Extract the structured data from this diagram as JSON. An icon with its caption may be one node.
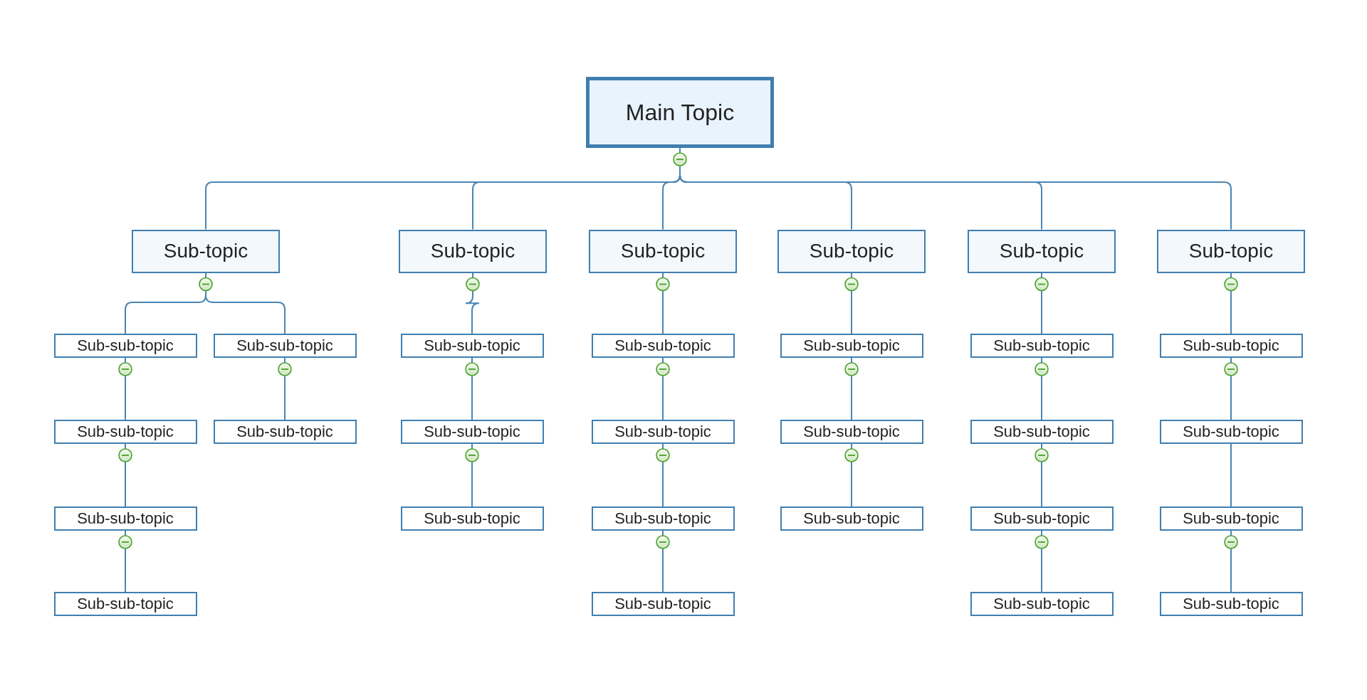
{
  "diagram": {
    "nodes": [
      {
        "text": [
          "Main Topic"
        ]
      },
      {
        "text": [
          "Sub-topic"
        ]
      },
      {
        "text": [
          "Sub-topic"
        ]
      },
      {
        "text": [
          "Sub-topic"
        ]
      },
      {
        "text": [
          "Sub-topic"
        ]
      },
      {
        "text": [
          "Sub-topic"
        ]
      },
      {
        "text": [
          "Sub-topic"
        ]
      },
      {
        "text": [
          "Sub-sub-topic"
        ]
      },
      {
        "text": [
          "Sub-sub-topic"
        ]
      },
      {
        "text": [
          "Sub-sub-topic"
        ]
      },
      {
        "text": [
          "Sub-sub-topic"
        ]
      },
      {
        "text": [
          "Sub-sub-topic"
        ]
      },
      {
        "text": [
          "Sub-sub-topic"
        ]
      },
      {
        "text": [
          "Sub-sub-topic"
        ]
      },
      {
        "text": [
          "Sub-sub-topic"
        ]
      },
      {
        "text": [
          "Sub-sub-topic"
        ]
      },
      {
        "text": [
          "Sub-sub-topic"
        ]
      },
      {
        "text": [
          "Sub-sub-topic"
        ]
      },
      {
        "text": [
          "Sub-sub-topic"
        ]
      },
      {
        "text": [
          "Sub-sub-topic"
        ]
      },
      {
        "text": [
          "Sub-sub-topic"
        ]
      },
      {
        "text": [
          "Sub-sub-topic"
        ]
      },
      {
        "text": [
          "Sub-sub-topic"
        ]
      },
      {
        "text": [
          "Sub-sub-topic"
        ]
      },
      {
        "text": [
          "Sub-sub-topic"
        ]
      },
      {
        "text": [
          "Sub-sub-topic"
        ]
      },
      {
        "text": [
          "Sub-sub-topic"
        ]
      },
      {
        "text": [
          "Sub-sub-topic"
        ]
      },
      {
        "text": [
          "Sub-sub-topic"
        ]
      },
      {
        "text": [
          "Sub-sub-topic"
        ]
      },
      {
        "text": [
          "Sub-sub-topic"
        ]
      }
    ],
    "edges": [
      {
        "from": 0,
        "to": 1,
        "arrow": "none"
      },
      {
        "from": 0,
        "to": 2,
        "arrow": "none"
      },
      {
        "from": 0,
        "to": 3,
        "arrow": "none"
      },
      {
        "from": 0,
        "to": 4,
        "arrow": "none"
      },
      {
        "from": 0,
        "to": 5,
        "arrow": "none"
      },
      {
        "from": 0,
        "to": 6,
        "arrow": "none"
      },
      {
        "from": 1,
        "to": 7,
        "arrow": "none"
      },
      {
        "from": 1,
        "to": 8,
        "arrow": "none"
      },
      {
        "from": 2,
        "to": 9,
        "arrow": "none"
      },
      {
        "from": 3,
        "to": 10,
        "arrow": "none"
      },
      {
        "from": 4,
        "to": 11,
        "arrow": "none"
      },
      {
        "from": 5,
        "to": 12,
        "arrow": "none"
      },
      {
        "from": 6,
        "to": 13,
        "arrow": "none"
      },
      {
        "from": 7,
        "to": 14,
        "arrow": "none"
      },
      {
        "from": 8,
        "to": 15,
        "arrow": "none"
      },
      {
        "from": 9,
        "to": 16,
        "arrow": "none"
      },
      {
        "from": 10,
        "to": 17,
        "arrow": "none"
      },
      {
        "from": 11,
        "to": 18,
        "arrow": "none"
      },
      {
        "from": 12,
        "to": 19,
        "arrow": "none"
      },
      {
        "from": 13,
        "to": 20,
        "arrow": "none"
      },
      {
        "from": 14,
        "to": 21,
        "arrow": "none"
      },
      {
        "from": 16,
        "to": 22,
        "arrow": "none"
      },
      {
        "from": 17,
        "to": 23,
        "arrow": "none"
      },
      {
        "from": 18,
        "to": 24,
        "arrow": "none"
      },
      {
        "from": 19,
        "to": 25,
        "arrow": "none"
      },
      {
        "from": 20,
        "to": 26,
        "arrow": "none"
      },
      {
        "from": 21,
        "to": 27,
        "arrow": "none"
      },
      {
        "from": 23,
        "to": 28,
        "arrow": "none"
      },
      {
        "from": 25,
        "to": 29,
        "arrow": "none"
      },
      {
        "from": 26,
        "to": 30,
        "arrow": "none"
      }
    ]
  }
}
